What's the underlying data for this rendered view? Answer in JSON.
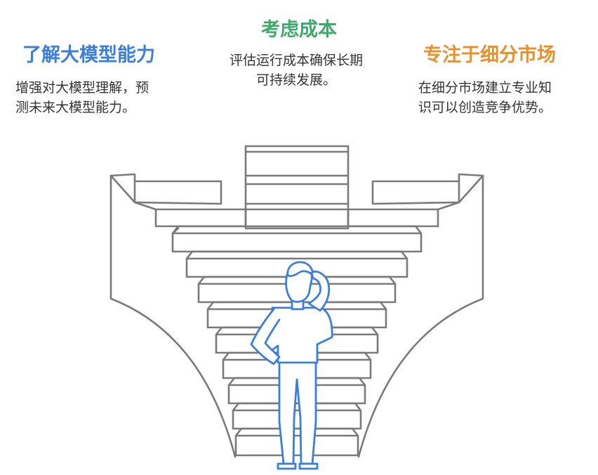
{
  "left": {
    "title": "了解大模型能力",
    "line1": "增强对大模型理解，预",
    "line2": "测未来大模型能力。",
    "color": "#3b7fd9"
  },
  "center": {
    "title": "考虑成本",
    "line1": "评估运行成本确保长期",
    "line2": "可持续发展。",
    "color": "#3daa6a"
  },
  "right": {
    "title": "专注于细分市场",
    "line1": "在细分市场建立专业知",
    "line2": "识可以创造竞争优势。",
    "color": "#e8902a"
  },
  "illustration": {
    "stroke_color": "#7a7a7a",
    "figure_color": "#3b7fd9",
    "icons": [
      "staircase-illustration",
      "thinking-person-icon"
    ]
  }
}
